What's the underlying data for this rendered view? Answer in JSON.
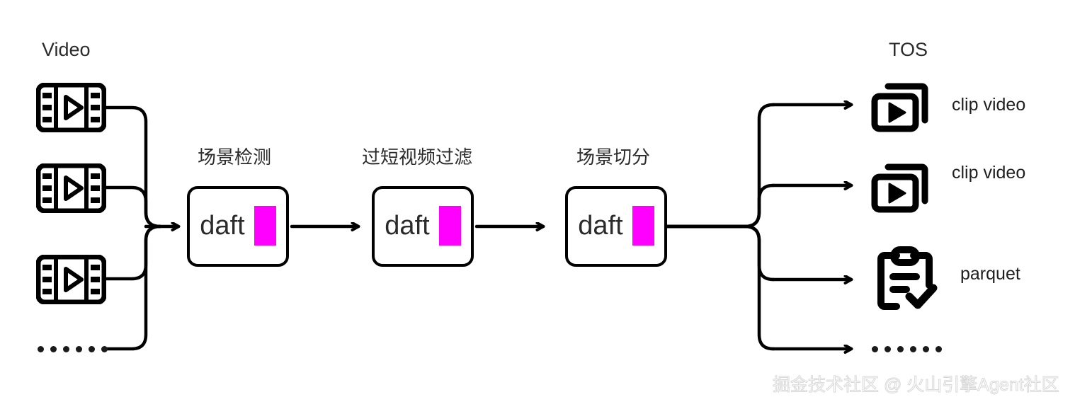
{
  "diagram": {
    "title_left": "Video",
    "title_right": "TOS",
    "accent_color": "#FF00FF",
    "line_color": "#000000",
    "text_color": "#2b2b2b",
    "background": "#ffffff"
  },
  "inputs": {
    "group_label": "Video",
    "items": [
      {
        "icon": "film-video-icon",
        "name": "input-video-1"
      },
      {
        "icon": "film-video-icon",
        "name": "input-video-2"
      },
      {
        "icon": "film-video-icon",
        "name": "input-video-3"
      },
      {
        "icon": "ellipsis-dots-icon",
        "name": "input-more"
      }
    ],
    "more_dots": 6
  },
  "stages": [
    {
      "label": "场景检测",
      "engine": "daft",
      "swatch": "#FF00FF"
    },
    {
      "label": "过短视频过滤",
      "engine": "daft",
      "swatch": "#FF00FF"
    },
    {
      "label": "场景切分",
      "engine": "daft",
      "swatch": "#FF00FF"
    }
  ],
  "outputs": {
    "group_label": "TOS",
    "items": [
      {
        "label": "clip video",
        "icon": "clip-video-icon"
      },
      {
        "label": "clip video",
        "icon": "clip-video-icon"
      },
      {
        "label": "parquet",
        "icon": "clipboard-check-icon"
      },
      {
        "label": "",
        "icon": "ellipsis-dots-icon"
      }
    ],
    "more_dots": 6
  },
  "watermark": {
    "text": "掘金技术社区 @ 火山引擎Agent社区"
  }
}
